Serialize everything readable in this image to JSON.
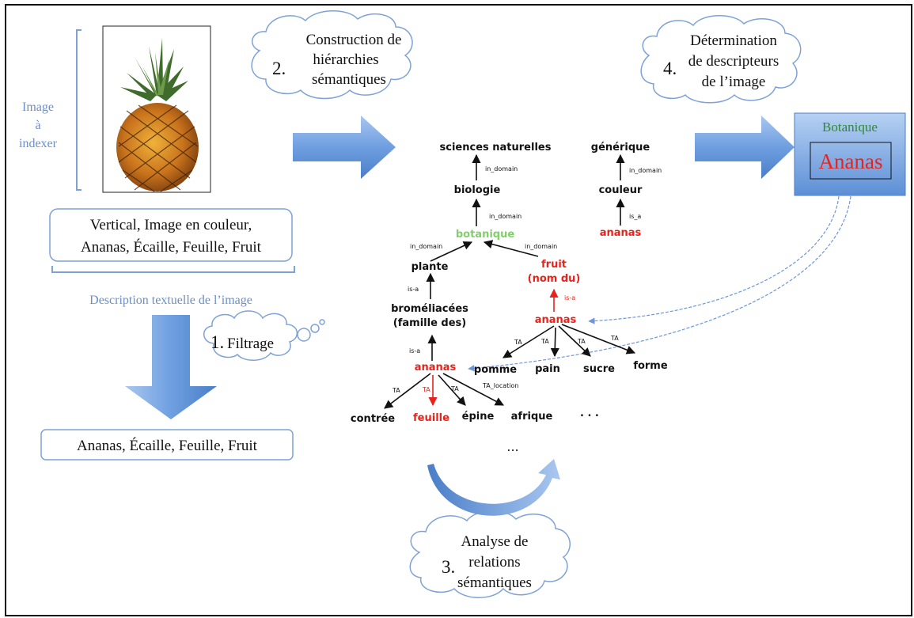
{
  "image_label": [
    "Image",
    "à",
    "indexer"
  ],
  "description_box": [
    "Vertical, Image en couleur,",
    "Ananas, Écaille, Feuille, Fruit"
  ],
  "description_caption": "Description textuelle de l’image",
  "filtered_box": "Ananas, Écaille, Feuille, Fruit",
  "clouds": {
    "step1": {
      "num": "1.",
      "lines": [
        "Filtrage"
      ]
    },
    "step2": {
      "num": "2.",
      "lines": [
        "Construction de",
        "hiérarchies",
        "sémantiques"
      ]
    },
    "step3": {
      "num": "3.",
      "lines": [
        "Analyse de",
        "relations",
        "sémantiques"
      ]
    },
    "step4": {
      "num": "4.",
      "lines": [
        "Détermination",
        "de descripteurs",
        "de l’image"
      ]
    }
  },
  "result_box": {
    "domain": "Botanique",
    "concept": "Ananas"
  },
  "graph": {
    "nodes": {
      "sciences_naturelles": "sciences naturelles",
      "biologie": "biologie",
      "botanique": "botanique",
      "plante": "plante",
      "bromeliacees_1": "broméliacées",
      "bromeliacees_2": "(famille des)",
      "fruit_1": "fruit",
      "fruit_2": "(nom du)",
      "ananas_fruit": "ananas",
      "ananas_main": "ananas",
      "pomme": "pomme",
      "pain": "pain",
      "sucre": "sucre",
      "forme": "forme",
      "contree": "contrée",
      "feuille": "feuille",
      "epine": "épine",
      "afrique": "afrique",
      "ellipsis_right": ". . .",
      "ellipsis_bottom": "...",
      "generique": "générique",
      "couleur": "couleur",
      "ananas_color": "ananas"
    },
    "relations": {
      "in_domain": "in_domain",
      "is_a": "is-a",
      "is_a_underscore": "is_a",
      "ta": "TA",
      "ta_location": "TA_location"
    }
  },
  "colors": {
    "accent_red": "#e8231b",
    "botanique_green": "#7fd06a",
    "result_green": "#2e8b2e",
    "caption_blue": "#6b8fc8",
    "arrow_blue": "#5b8fd6",
    "dashed_blue": "#6f96d8"
  }
}
